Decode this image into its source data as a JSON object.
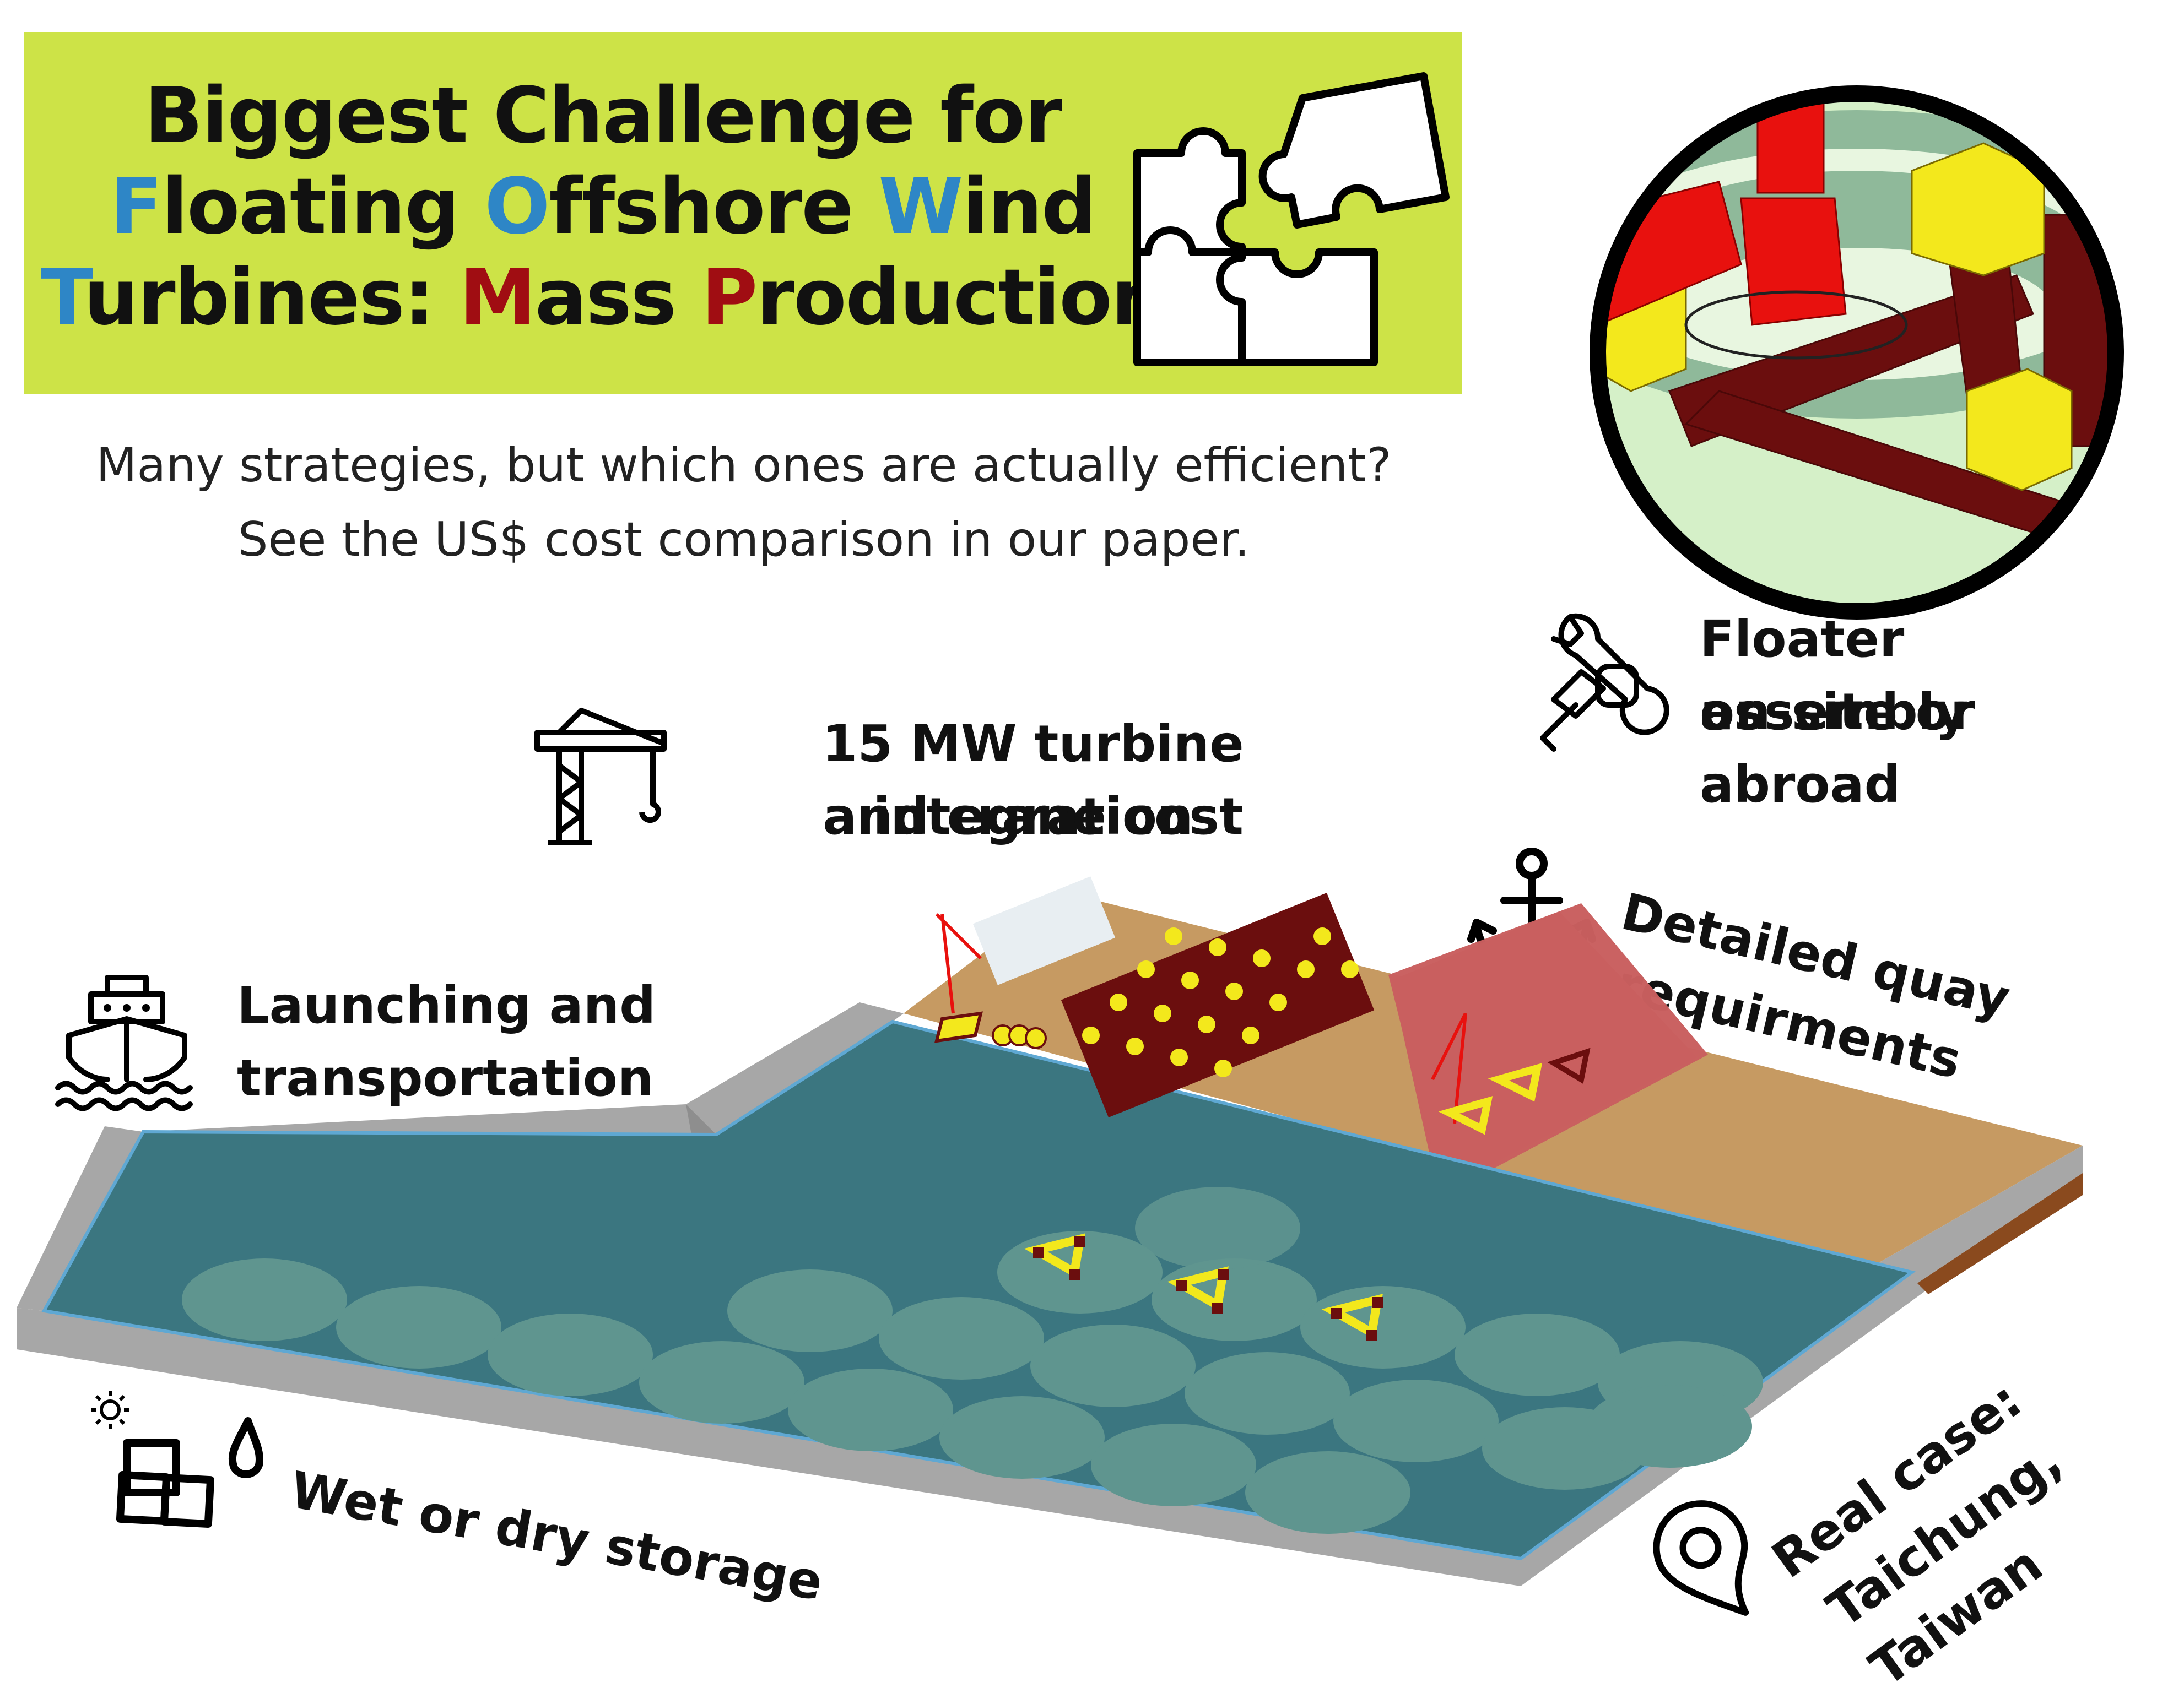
{
  "title": {
    "line1": "Biggest Challenge for",
    "line2": [
      {
        "text": "F",
        "hl": "blue"
      },
      {
        "text": "loating ",
        "hl": ""
      },
      {
        "text": "O",
        "hl": "blue"
      },
      {
        "text": "ffshore ",
        "hl": ""
      },
      {
        "text": "W",
        "hl": "blue"
      },
      {
        "text": "ind",
        "hl": ""
      }
    ],
    "line3": [
      {
        "text": "T",
        "hl": "blue"
      },
      {
        "text": "urbines: ",
        "hl": ""
      },
      {
        "text": "M",
        "hl": "red"
      },
      {
        "text": "ass ",
        "hl": ""
      },
      {
        "text": "P",
        "hl": "red"
      },
      {
        "text": "roduction",
        "hl": ""
      }
    ]
  },
  "subtitle": {
    "line1": "Many strategies, but which ones are actually efficient?",
    "line2": "See the US$ cost comparison in our paper."
  },
  "labels": {
    "floater_assembly": {
      "line1": "Floater assembly",
      "line2": "on-site or abroad",
      "icon": "wrench-hand-icon"
    },
    "turbine_integration": {
      "line1": "15 MW turbine integration",
      "line2": "and crane cost",
      "icon": "crane-icon"
    },
    "quay": {
      "line1": "Detailed quay",
      "line2": "requirments",
      "icon": "anchor-icon"
    },
    "launching": {
      "line1": "Launching and",
      "line2": "transportation",
      "icon": "ship-icon"
    },
    "storage": {
      "text": "Wet or dry storage",
      "icon": "storage-boxes-icon"
    },
    "real_case": {
      "line1": "Real case:",
      "line2": "Taichung, Taiwan",
      "icon": "location-pin-icon"
    }
  },
  "colors": {
    "title_bg": "#cde347",
    "highlight_blue": "#2e86c6",
    "highlight_red": "#a00d12",
    "water": "#3b7680",
    "storage_circle": "#5f958f",
    "quay_sand": "#c69a62",
    "quay_red_zone": "#c95f5f",
    "wall_grey": "#a7a7a7",
    "floater_yellow": "#f3e81c",
    "floater_dark": "#6b0e0e"
  },
  "icons": [
    "puzzle-icon",
    "floater-render-icon"
  ]
}
